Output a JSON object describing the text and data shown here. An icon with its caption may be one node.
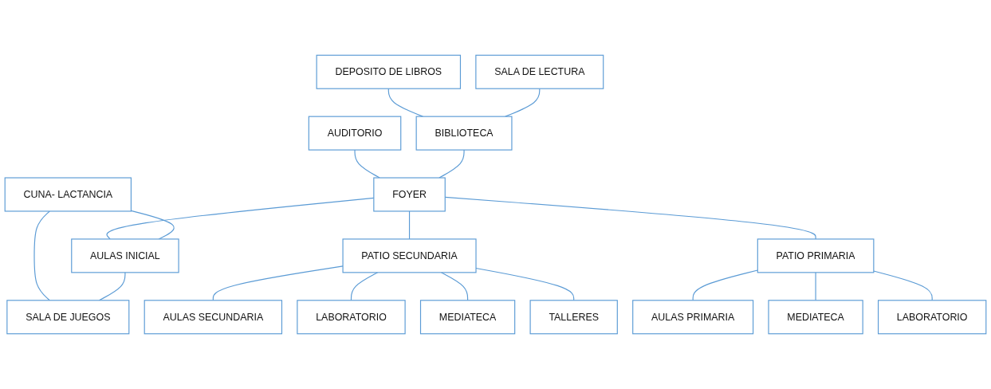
{
  "diagram": {
    "nodes": [
      {
        "text": [
          "AUDITORIO"
        ]
      },
      {
        "text": [
          "DEPOSITO DE LIBROS"
        ]
      },
      {
        "text": [
          "SALA DE LECTURA"
        ]
      },
      {
        "text": [
          "BIBLIOTECA"
        ]
      },
      {
        "text": [
          "FOYER"
        ]
      },
      {
        "text": [
          "CUNA- LACTANCIA"
        ]
      },
      {
        "text": [
          "AULAS INICIAL"
        ]
      },
      {
        "text": [
          "SALA DE JUEGOS"
        ]
      },
      {
        "text": [
          "AULAS SECUNDARIA"
        ]
      },
      {
        "text": [
          "LABORATORIO"
        ]
      },
      {
        "text": [
          "PATIO SECUNDARIA"
        ]
      },
      {
        "text": [
          "PATIO PRIMARIA"
        ]
      },
      {
        "text": [
          "AULAS PRIMARIA"
        ]
      },
      {
        "text": [
          "MEDIATECA"
        ]
      },
      {
        "text": [
          "MEDIATECA"
        ]
      },
      {
        "text": [
          "TALLERES"
        ]
      },
      {
        "text": [
          "LABORATORIO"
        ]
      }
    ],
    "edges": [
      {
        "from": 0,
        "to": 4,
        "arrow": "none"
      },
      {
        "from": 1,
        "to": 3,
        "arrow": "none"
      },
      {
        "from": 2,
        "to": 3,
        "arrow": "none"
      },
      {
        "from": 3,
        "to": 4,
        "arrow": "none"
      },
      {
        "from": 4,
        "to": 6,
        "arrow": "none"
      },
      {
        "from": 5,
        "to": 6,
        "arrow": "none"
      },
      {
        "from": 5,
        "to": 7,
        "arrow": "none"
      },
      {
        "from": 6,
        "to": 7,
        "arrow": "none"
      },
      {
        "from": 4,
        "to": 10,
        "arrow": "none"
      },
      {
        "from": 4,
        "to": 11,
        "arrow": "none"
      },
      {
        "from": 10,
        "to": 8,
        "arrow": "none"
      },
      {
        "from": 10,
        "to": 9,
        "arrow": "none"
      },
      {
        "from": 10,
        "to": 14,
        "arrow": "none"
      },
      {
        "from": 10,
        "to": 15,
        "arrow": "none"
      },
      {
        "from": 11,
        "to": 12,
        "arrow": "none"
      },
      {
        "from": 11,
        "to": 13,
        "arrow": "none"
      },
      {
        "from": 11,
        "to": 16,
        "arrow": "none"
      }
    ]
  }
}
